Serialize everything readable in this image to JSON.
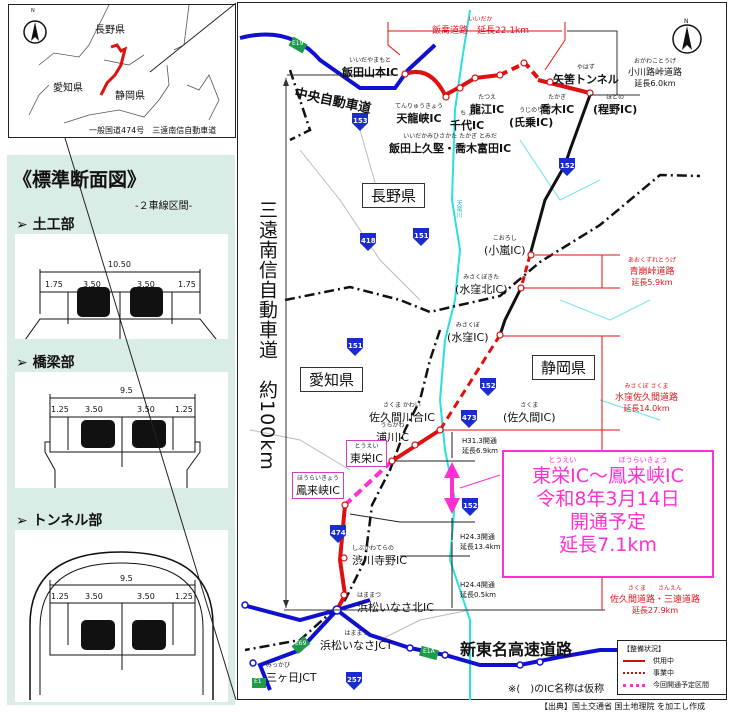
{
  "inset": {
    "nagano": "長野県",
    "aichi": "愛知県",
    "shizuoka": "静岡県",
    "caption": "一般国道474号　三遠南信自動車道",
    "north": "N"
  },
  "cross_section": {
    "title": "《標準断面図》",
    "subtitle": "-２車線区間-",
    "bullet": "➢",
    "sections": [
      {
        "name": "土工部",
        "total": "10.50",
        "dims": [
          "1.75",
          "3.50",
          "3.50",
          "1.75"
        ]
      },
      {
        "name": "橋梁部",
        "total": "9.5",
        "dims": [
          "1.25",
          "3.50",
          "3.50",
          "1.25"
        ]
      },
      {
        "name": "トンネル部",
        "total": "9.5",
        "dims": [
          "1.25",
          "3.50",
          "3.50",
          "1.25"
        ]
      }
    ]
  },
  "map": {
    "north": "N",
    "main_road": "三遠南信自動車道　約100km",
    "chuo": "中央自動車道",
    "shintomei": "新東名高速道路",
    "tenryu_river": "天竜川",
    "prefectures": {
      "nagano": "長野県",
      "aichi": "愛知県",
      "shizuoka": "静岡県"
    },
    "route_signs": [
      "153",
      "152",
      "418",
      "151",
      "151",
      "152",
      "473",
      "152",
      "474",
      "257"
    ],
    "expressway_signs": [
      "E19",
      "E69",
      "E1A",
      "E1"
    ],
    "interchanges": [
      {
        "ruby": "いいだやまもと",
        "name": "飯田山本IC"
      },
      {
        "ruby": "てんりゅうきょう",
        "name": "天龍峡IC"
      },
      {
        "ruby": "ち よ",
        "name": "千代IC"
      },
      {
        "ruby": "たつえ",
        "name": "龍江IC"
      },
      {
        "ruby": "いいだかみひさかた たかぎ とみだ",
        "name": "飯田上久堅・喬木富田IC"
      },
      {
        "ruby": "うじのり",
        "name": "(氏乗IC)"
      },
      {
        "ruby": "たかぎ",
        "name": "喬木IC"
      },
      {
        "ruby": "やはず",
        "name": "矢筈トンネル"
      },
      {
        "ruby": "ほどの",
        "name": "(程野IC)"
      },
      {
        "ruby": "こおろし",
        "name": "(小嵐IC)"
      },
      {
        "ruby": "みさくぼきた",
        "name": "(水窪北IC)"
      },
      {
        "ruby": "みさくぼ",
        "name": "(水窪IC)"
      },
      {
        "ruby": "さくま かわい",
        "name": "佐久間川合IC"
      },
      {
        "ruby": "さくま",
        "name": "(佐久間IC)"
      },
      {
        "ruby": "うらかわ",
        "name": "浦川IC"
      },
      {
        "ruby": "とうえい",
        "name": "東栄IC"
      },
      {
        "ruby": "ほうらいきょう",
        "name": "鳳来峡IC"
      },
      {
        "ruby": "しぶかわてらの",
        "name": "渋川寺野IC"
      },
      {
        "ruby": "はままつ",
        "name": "浜松いなさ北IC"
      },
      {
        "ruby": "はままつ",
        "name": "浜松いなさJCT"
      },
      {
        "ruby": "みっかび",
        "name": "三ヶ日JCT"
      }
    ],
    "sections": [
      {
        "ruby": "いいだか",
        "name": "飯喬道路　延長22.1km"
      },
      {
        "ruby": "おがわことうげ",
        "name": "小川路峠道路",
        "length": "延長6.0km"
      },
      {
        "ruby": "あおくずれとうげ",
        "name": "青崩峠道路",
        "length": "延長5.9km"
      },
      {
        "ruby": "みさくぼ さくま",
        "name": "水窪佐久間道路",
        "length": "延長14.0km"
      },
      {
        "ruby": "さくま　　さんえん",
        "name": "佐久間道路・三遠道路",
        "length": "延長27.9km"
      }
    ],
    "openings": [
      {
        "date": "H31.3開通",
        "length": "延長6.9km"
      },
      {
        "date": "H24.3開通",
        "length": "延長13.4km"
      },
      {
        "date": "H24.4開通",
        "length": "延長0.5km"
      }
    ],
    "callout": {
      "ruby_left": "とうえい",
      "ruby_right": "ほうらいきょう",
      "line1": "東栄IC～鳳来峡IC",
      "line2": "令和8年3月14日",
      "line3": "開通予定",
      "line4": "延長7.1km",
      "color": "#ff2fd2"
    },
    "note": "※(　)のIC名称は仮称",
    "legend": {
      "title": "【整備状況】",
      "items": [
        {
          "label": "供用中",
          "color": "#d01010",
          "style": "solid"
        },
        {
          "label": "事業中",
          "color": "#d01010",
          "style": "dotted"
        },
        {
          "label": "今回開通予定区間",
          "color": "#ff2fd2",
          "style": "dotted"
        }
      ]
    }
  },
  "source": "【出典】国土交通省 国土地理院 を加工し作成"
}
